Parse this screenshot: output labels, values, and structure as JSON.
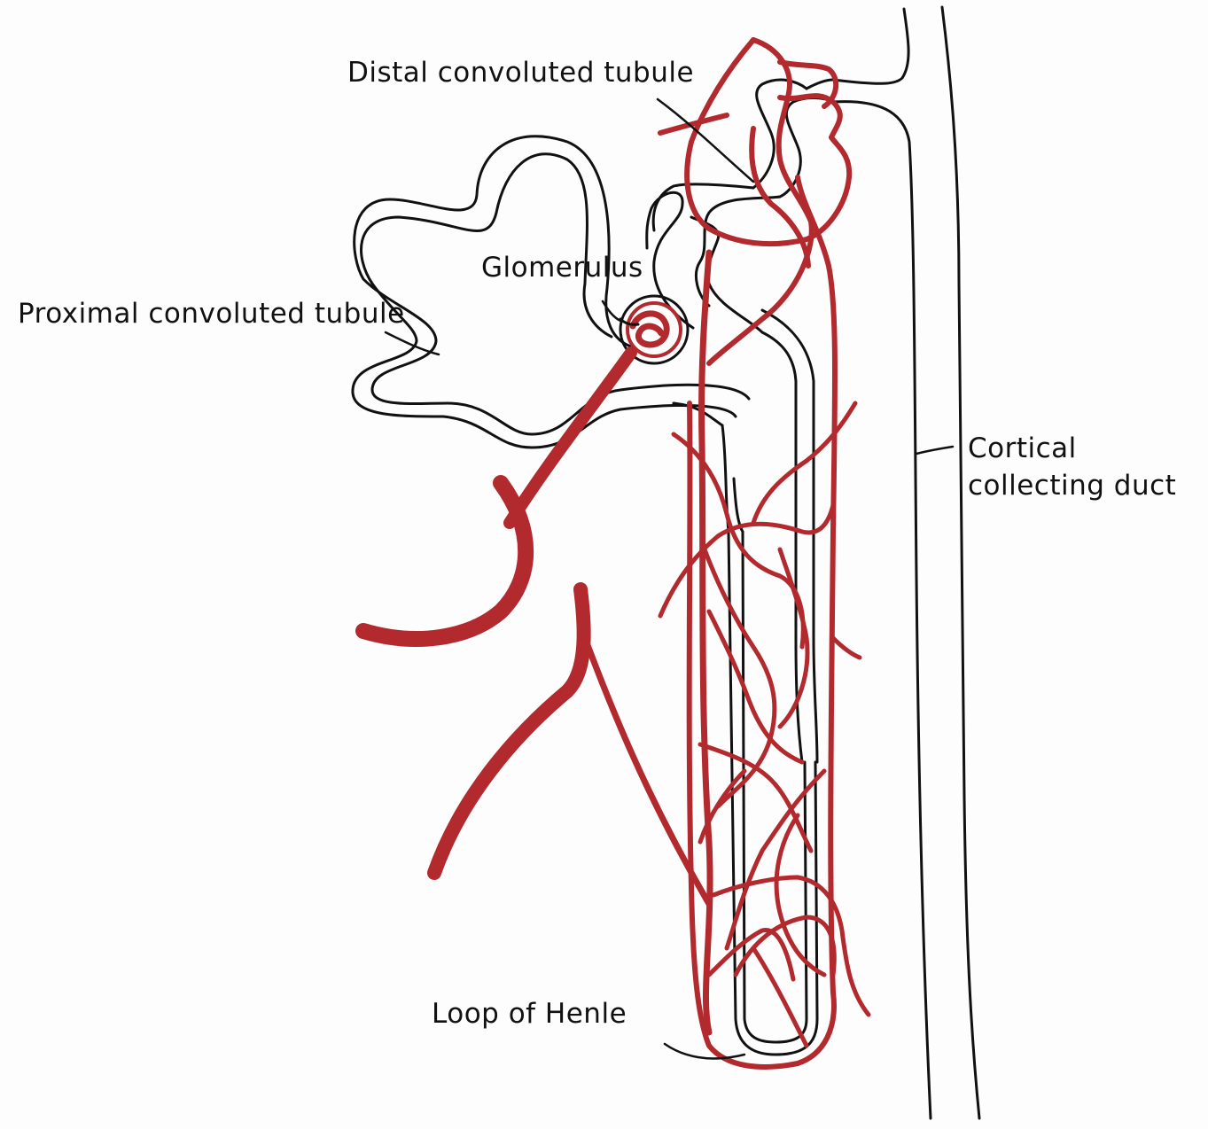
{
  "labels": {
    "distal": "Distal convoluted tubule",
    "glomerulus": "Glomerulus",
    "proximal": "Proximal convoluted tubule",
    "cortical_line1": "Cortical",
    "cortical_line2": "collecting duct",
    "loop": "Loop of Henle"
  },
  "colors": {
    "vessel": "#b22a2e",
    "outline": "#111111",
    "background": "#fdfdfd"
  }
}
